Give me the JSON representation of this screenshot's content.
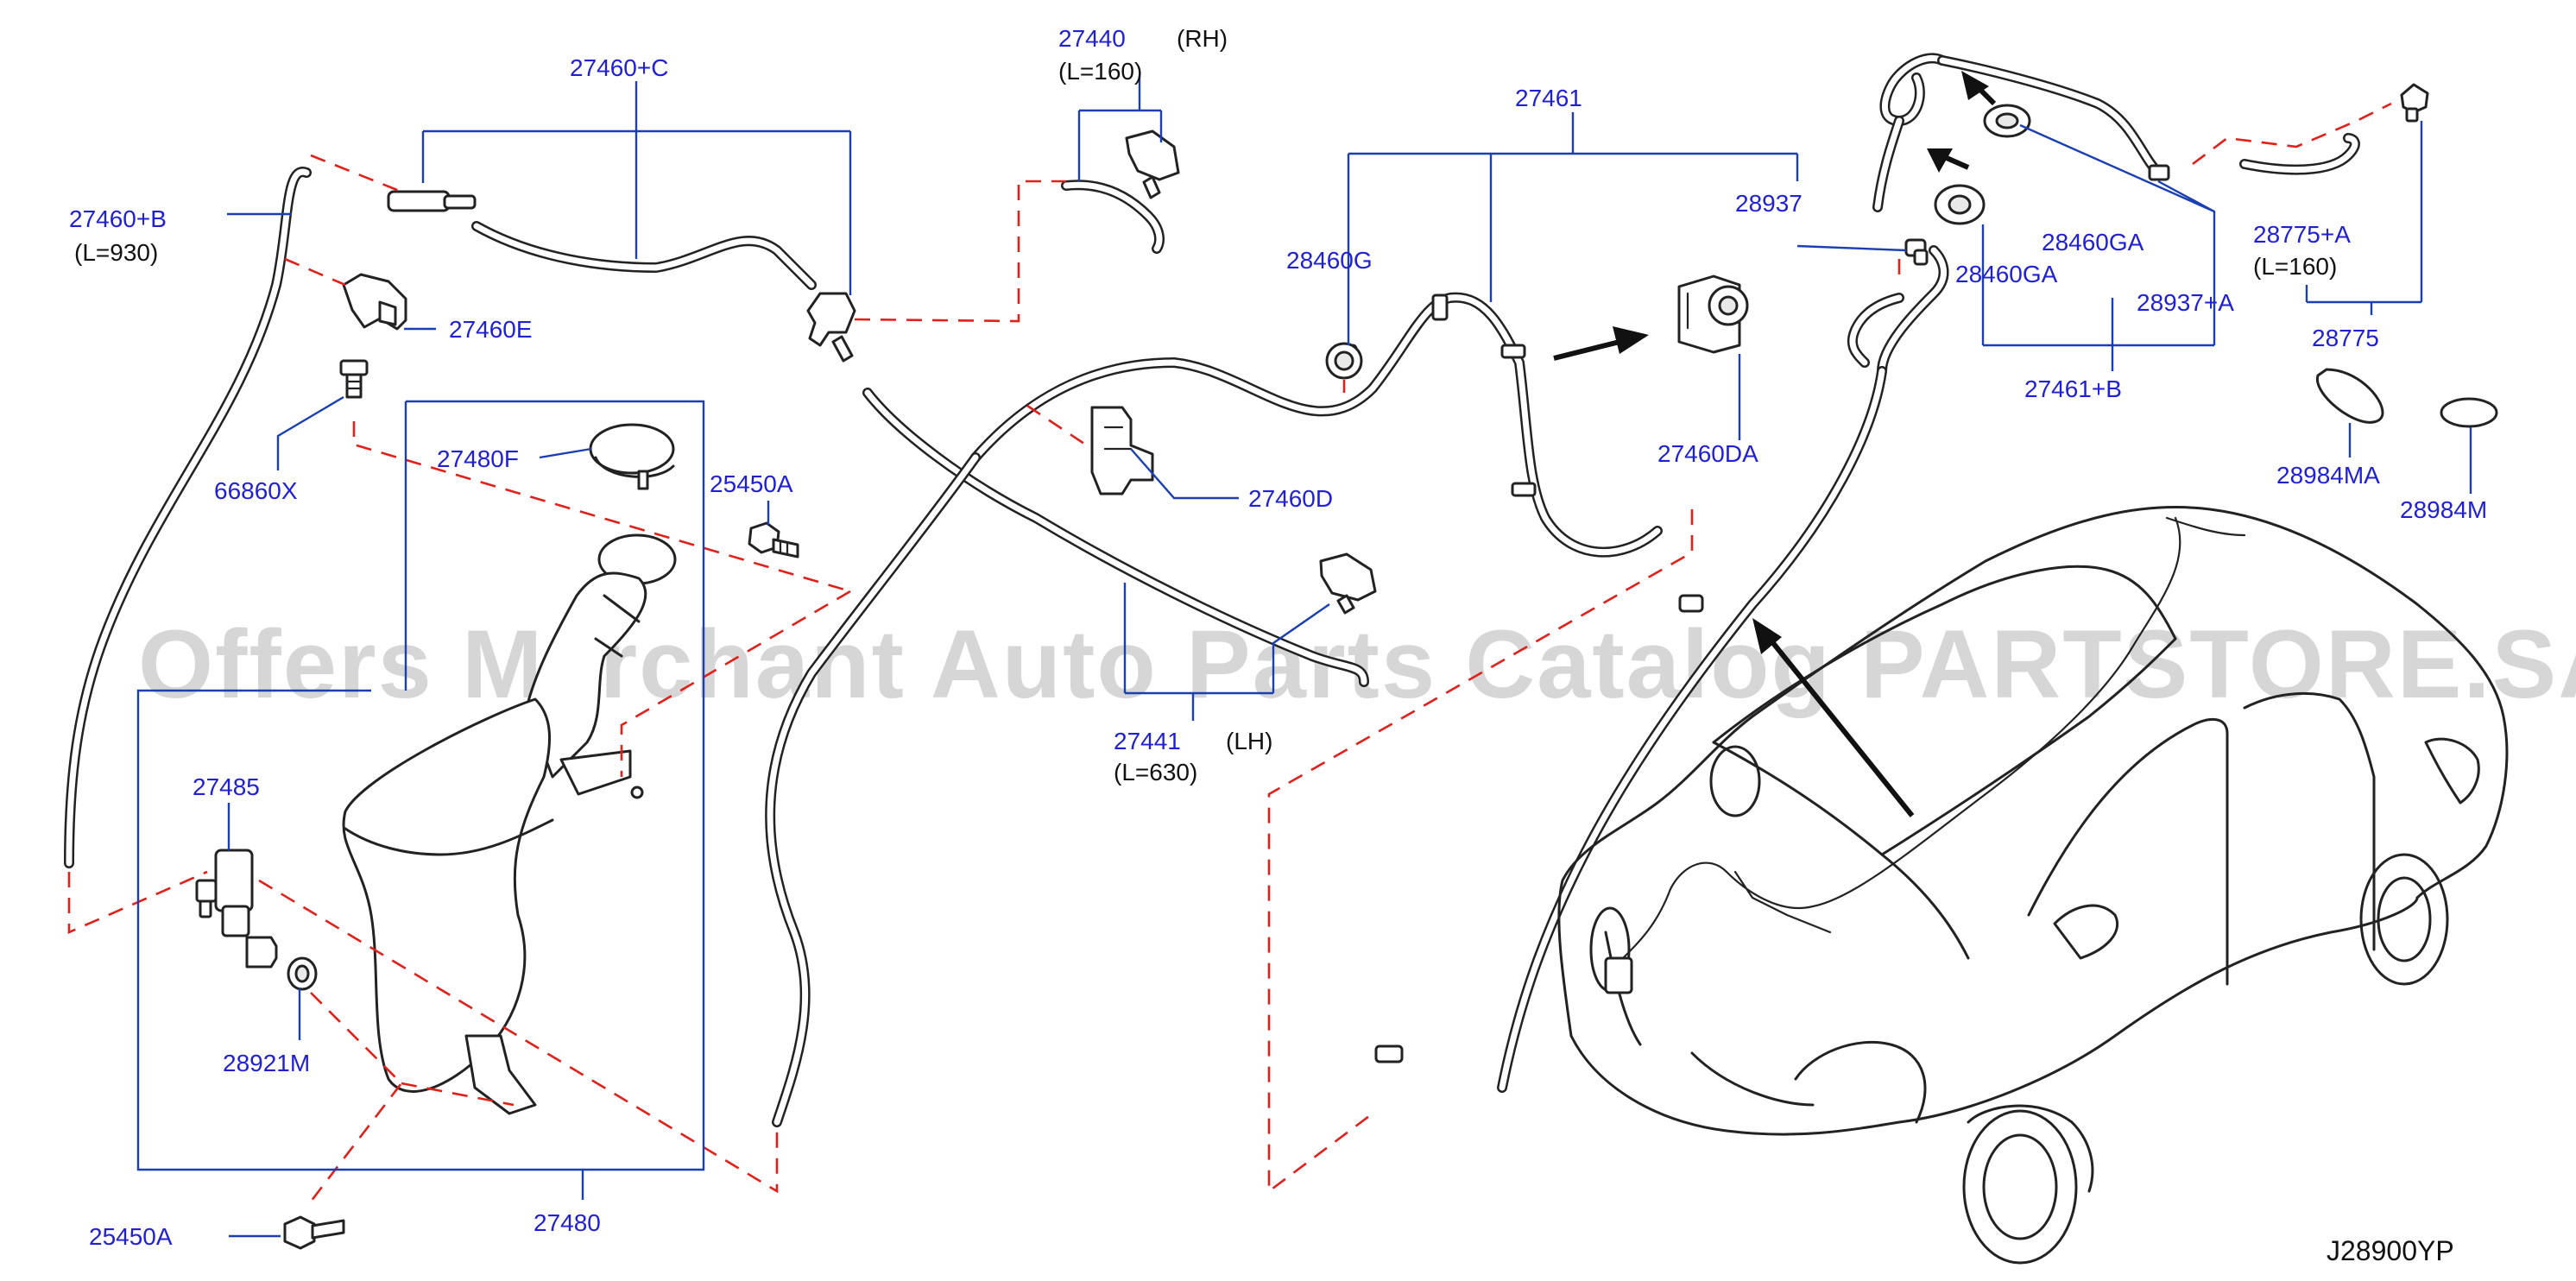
{
  "watermark": "Offers Merchant Auto Parts Catalog PARTSTORE.SA",
  "diagram_code": "J28900YP",
  "labels": {
    "p27460C": "27460+C",
    "p27460B": "27460+B",
    "p27460B_len": "(L=930)",
    "p27460E": "27460E",
    "p66860X": "66860X",
    "p27480F": "27480F",
    "p25450A_top": "25450A",
    "p27485": "27485",
    "p28921M": "28921M",
    "p27480": "27480",
    "p25450A_bottom": "25450A",
    "p27440": "27440",
    "p27440_side": "(RH)",
    "p27440_len": "(L=160)",
    "p27460D": "27460D",
    "p27441": "27441",
    "p27441_side": "(LH)",
    "p27441_len": "(L=630)",
    "p27461": "27461",
    "p28460G": "28460G",
    "p28937": "28937",
    "p27460DA": "27460DA",
    "p28460GA_1": "28460GA",
    "p28460GA_2": "28460GA",
    "p28937A": "28937+A",
    "p27461B": "27461+B",
    "p28775A": "28775+A",
    "p28775A_len": "(L=160)",
    "p28775": "28775",
    "p28984MA": "28984MA",
    "p28984M": "28984M"
  },
  "colors": {
    "callout_text": "#1f1fd6",
    "leader_line": "#1a3fb3",
    "phantom_line": "#e0201a",
    "drawing_line": "#222222"
  }
}
